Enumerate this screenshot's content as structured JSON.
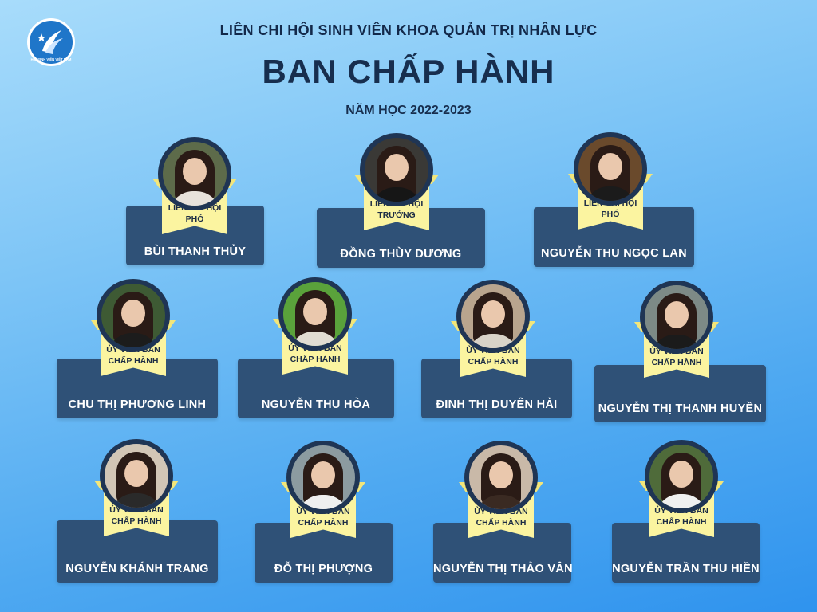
{
  "header": {
    "subtitle": "LIÊN CHI HỘI SINH VIÊN KHOA QUẢN TRỊ NHÂN LỰC",
    "title": "BAN CHẤP HÀNH",
    "year": "NĂM HỌC 2022-2023",
    "logo_text": "HỘI SINH VIÊN VIỆT NAM"
  },
  "colors": {
    "card": "#2f5177",
    "ribbon": "#fbf4a0",
    "photo_border": "#1f3554",
    "heading": "#172e4e"
  },
  "members": [
    {
      "role_line1": "LIÊN CHI HỘI",
      "role_line2": "PHÓ",
      "name": "BÙI THANH THỦY",
      "photo_bg": "#5d6b4a",
      "shirt": "#e8e2db"
    },
    {
      "role_line1": "LIÊN CHI HỘI",
      "role_line2": "TRƯỞNG",
      "name": "ĐỒNG THÙY DƯƠNG",
      "photo_bg": "#3a3936",
      "shirt": "#161616"
    },
    {
      "role_line1": "LIÊN CHI HỘI",
      "role_line2": "PHÓ",
      "name": "NGUYỄN THU NGỌC LAN",
      "photo_bg": "#6a4a2c",
      "shirt": "#1b1b1b"
    },
    {
      "role_line1": "ỦY VIÊN BAN",
      "role_line2": "CHẤP HÀNH",
      "name": "CHU THỊ PHƯƠNG LINH",
      "photo_bg": "#3e5a34",
      "shirt": "#1c1c1c"
    },
    {
      "role_line1": "ỦY VIÊN BAN",
      "role_line2": "CHẤP HÀNH",
      "name": "NGUYỄN THU HÒA",
      "photo_bg": "#5aa23b",
      "shirt": "#e2ddd2"
    },
    {
      "role_line1": "ỦY VIÊN BAN",
      "role_line2": "CHẤP HÀNH",
      "name": "ĐINH THỊ DUYÊN HẢI",
      "photo_bg": "#b9a58e",
      "shirt": "#d9d3c8"
    },
    {
      "role_line1": "ỦY VIÊN BAN",
      "role_line2": "CHẤP HÀNH",
      "name": "NGUYỄN THỊ THANH HUYỀN",
      "photo_bg": "#7d8a86",
      "shirt": "#1b1b1b"
    },
    {
      "role_line1": "ỦY VIÊN BAN",
      "role_line2": "CHẤP HÀNH",
      "name": "NGUYỄN KHÁNH TRANG",
      "photo_bg": "#d2c6b6",
      "shirt": "#2a2a2a"
    },
    {
      "role_line1": "ỦY VIÊN BAN",
      "role_line2": "CHẤP HÀNH",
      "name": "ĐỖ THỊ PHƯỢNG",
      "photo_bg": "#8c9ba0",
      "shirt": "#efefef"
    },
    {
      "role_line1": "ỦY VIÊN BAN",
      "role_line2": "CHẤP HÀNH",
      "name": "NGUYỄN THỊ THẢO VÂN",
      "photo_bg": "#c9b9a8",
      "shirt": "#3a2a22"
    },
    {
      "role_line1": "ỦY VIÊN BAN",
      "role_line2": "CHẤP HÀNH",
      "name": "NGUYỄN TRẦN THU HIỀN",
      "photo_bg": "#4f6b3a",
      "shirt": "#f0f0f0"
    }
  ]
}
